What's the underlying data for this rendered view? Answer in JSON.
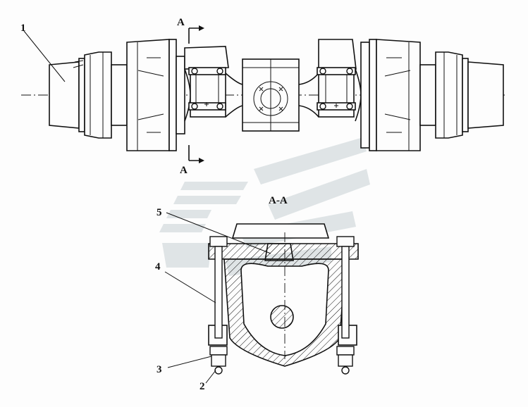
{
  "callouts": [
    {
      "id": "1",
      "label": "1"
    },
    {
      "id": "2",
      "label": "2"
    },
    {
      "id": "3",
      "label": "3"
    },
    {
      "id": "4",
      "label": "4"
    },
    {
      "id": "5",
      "label": "5"
    }
  ],
  "section_marks": {
    "top": "A",
    "bottom": "A"
  },
  "section_title": "A-A",
  "colors": {
    "line": "#111111",
    "paper": "#fdfdfd",
    "watermark": "#c6cfd3"
  }
}
